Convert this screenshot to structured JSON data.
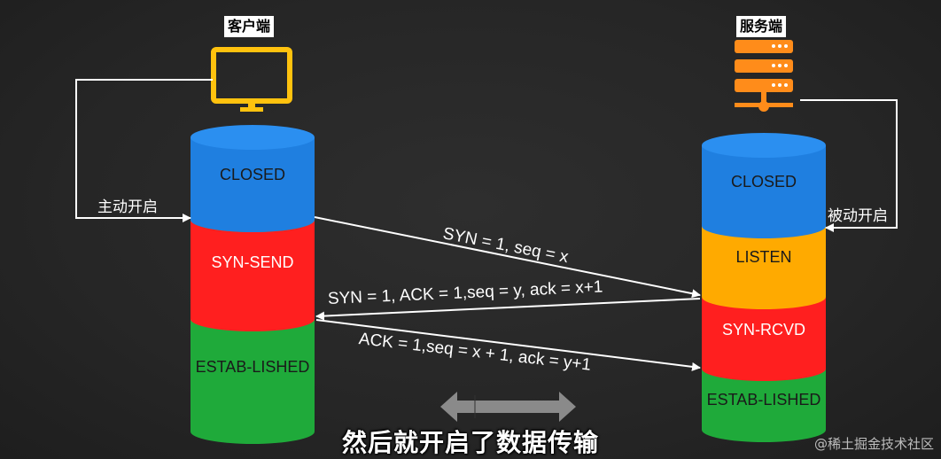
{
  "client": {
    "label": "客户端",
    "side_label": "主动开启",
    "states": [
      "CLOSED",
      "SYN-SEND",
      "ESTAB-LISHED"
    ]
  },
  "server": {
    "label": "服务端",
    "side_label": "被动开启",
    "states": [
      "CLOSED",
      "LISTEN",
      "SYN-RCVD",
      "ESTAB-LISHED"
    ]
  },
  "messages": [
    "SYN = 1, seq = x",
    "SYN = 1, ACK = 1,seq = y, ack = x+1",
    "ACK = 1,seq = x + 1, ack = y+1"
  ],
  "subtitle": "然后就开启了数据传输",
  "watermark": "@稀土掘金技术社区",
  "colors": {
    "blue": "#1f7fe0",
    "red": "#ff1f1f",
    "green": "#1faa3a",
    "orange": "#ffaa00",
    "icon_orange": "#ff8c1a",
    "monitor_yellow": "#ffc20e"
  },
  "icons": {
    "client": "monitor-icon",
    "server": "server-rack-icon",
    "data_transfer": "double-arrow-icon"
  }
}
